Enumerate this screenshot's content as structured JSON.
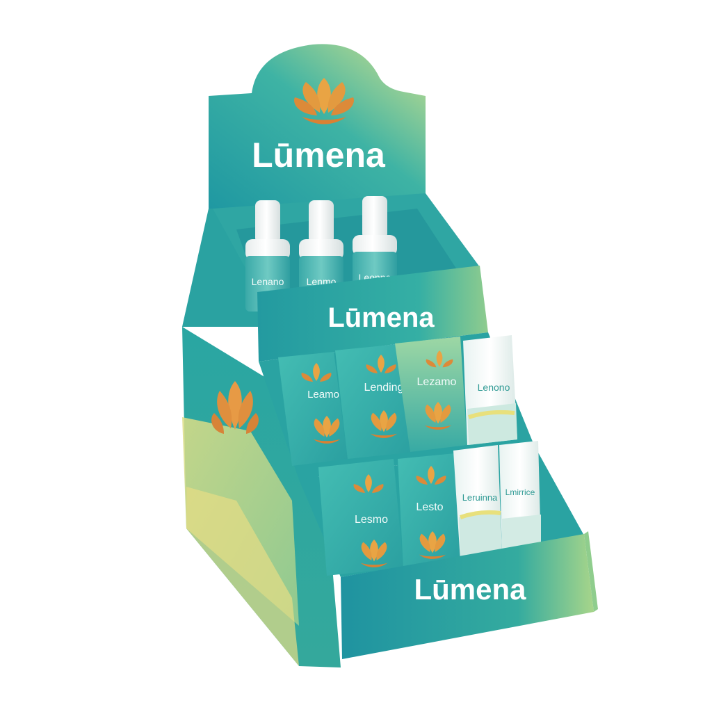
{
  "brand": {
    "header_name": "Lūmena",
    "tier1_name": "Lūmena",
    "base_name": "Lūmena"
  },
  "bottles": [
    {
      "label": "Lenano"
    },
    {
      "label": "Lenmo"
    },
    {
      "label": "Leonno"
    }
  ],
  "middle_row": [
    {
      "label": "Leamo"
    },
    {
      "label": "Lending"
    },
    {
      "label": "Lezamo"
    },
    {
      "label": "Lenono"
    }
  ],
  "bottom_row": [
    {
      "label": "Lesmo"
    },
    {
      "label": "Lesto"
    },
    {
      "label": "Leruinna"
    },
    {
      "label": "Lmirrice"
    }
  ],
  "colors": {
    "teal": "#2ba9a6",
    "teal_dark": "#1f8e93",
    "lime": "#b9d98a",
    "yellow": "#e8df82",
    "flower_orange": "#e2893a",
    "white": "#ffffff"
  },
  "icons": {
    "logo": "lotus-flower-icon"
  }
}
